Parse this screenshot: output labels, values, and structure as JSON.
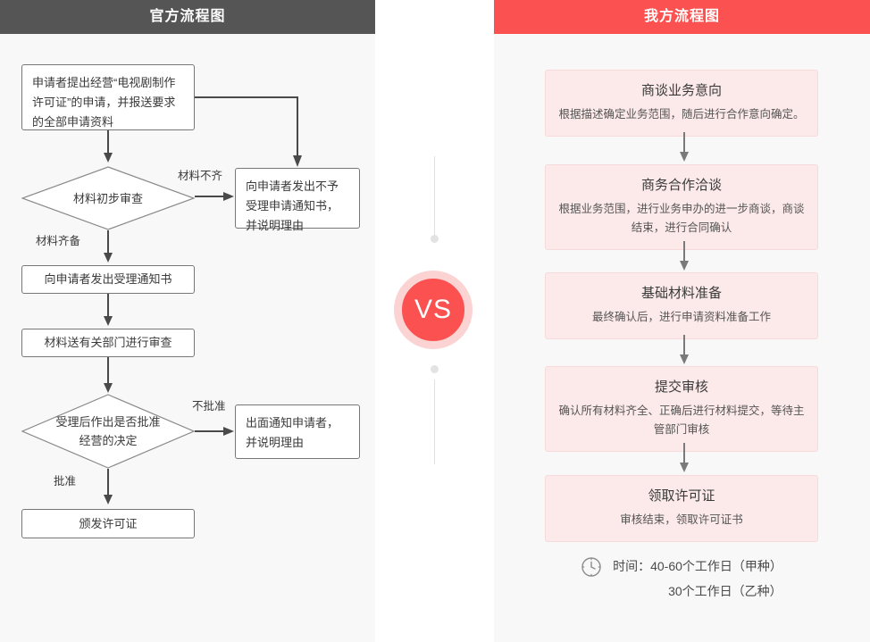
{
  "colors": {
    "left_header_bg": "#555555",
    "right_header_bg": "#fb5151",
    "panel_bg": "#f8f8f8",
    "page_bg": "#ffffff",
    "card_bg": "#fce9e9",
    "card_border": "#f9dada",
    "vs_red": "#fb5151",
    "vs_ring": "#fbd3d3",
    "shape_border": "#777777",
    "divider_line": "#e0e0e0"
  },
  "left": {
    "header_title": "官方流程图",
    "nodes": {
      "apply": "申请者提出经营“电视剧制作许可证”的申请，并报送要求的全部申请资料",
      "first_review": "材料初步审查",
      "reject_notice": "向申请者发出不予受理申请通知书，并说明理由",
      "accept_notice": "向申请者发出受理通知书",
      "dept_review": "材料送有关部门进行审查",
      "decision": "受理后作出是否批准经营的决定",
      "deny_notice": "出面通知申请者，并说明理由",
      "issue_license": "颁发许可证"
    },
    "edge_labels": {
      "incomplete": "材料不齐",
      "complete": "材料齐备",
      "not_approved": "不批准",
      "approved": "批准"
    }
  },
  "middle": {
    "vs_label": "VS"
  },
  "right": {
    "header_title": "我方流程图",
    "cards": [
      {
        "title": "商谈业务意向",
        "desc": "根据描述确定业务范围，随后进行合作意向确定。"
      },
      {
        "title": "商务合作洽谈",
        "desc": "根据业务范围，进行业务申办的进一步商谈，商谈结束，进行合同确认"
      },
      {
        "title": "基础材料准备",
        "desc": "最终确认后，进行申请资料准备工作"
      },
      {
        "title": "提交审核",
        "desc": "确认所有材料齐全、正确后进行材料提交，等待主管部门审核"
      },
      {
        "title": "领取许可证",
        "desc": "审核结束，领取许可证书"
      }
    ],
    "time_note": {
      "icon": "clock-icon",
      "line1": "时间：40-60个工作日（甲种）",
      "line2": "30个工作日（乙种）"
    }
  }
}
